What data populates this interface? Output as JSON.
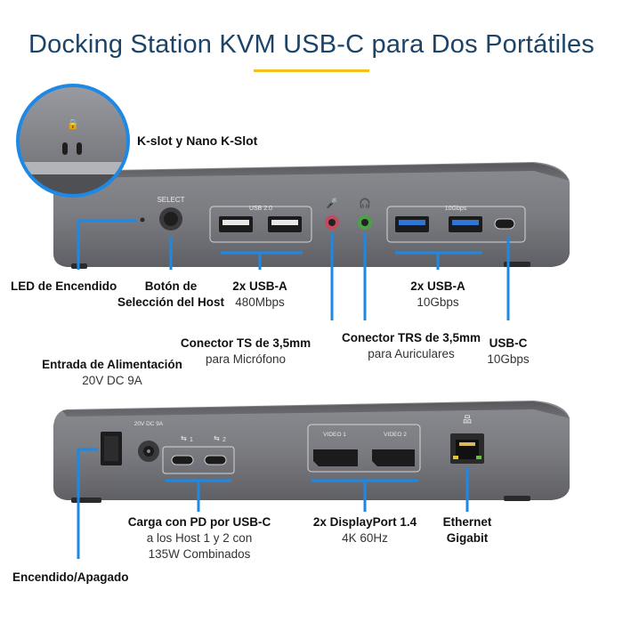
{
  "title": "Docking Station KVM USB-C para Dos Portátiles",
  "top_panel": {
    "select_label": "SELECT",
    "usb2_label": "USB 2.0",
    "tenGbps_label": "10Gbps",
    "callouts": {
      "kslot": "K-slot y Nano K-Slot",
      "led": "LED de Encendido",
      "select_button": [
        "Botón de",
        "Selección del Host"
      ],
      "usb_a_2": [
        "2x USB-A",
        "480Mbps"
      ],
      "mic": [
        "Conector TS de 3,5mm",
        "para Micrófono"
      ],
      "headphones": [
        "Conector TRS de 3,5mm",
        "para Auriculares"
      ],
      "usb_a_10": [
        "2x USB-A",
        "10Gbps"
      ],
      "usb_c": [
        "USB-C",
        "10Gbps"
      ]
    }
  },
  "bottom_panel": {
    "power_small_label": "20V DC 9A",
    "port1_label": "1",
    "port2_label": "2",
    "video1_label": "VIDEO 1",
    "video2_label": "VIDEO 2",
    "callouts": {
      "power_input": [
        "Entrada de Alimentación",
        "20V DC 9A"
      ],
      "usbc_pd": [
        "Carga con PD por USB-C",
        "a los Host 1 y 2 con",
        "135W Combinados"
      ],
      "displayport": [
        "2x DisplayPort 1.4",
        "4K 60Hz"
      ],
      "ethernet": [
        "Ethernet",
        "Gigabit"
      ],
      "power_switch": "Encendido/Apagado"
    }
  },
  "colors": {
    "accent": "#1e88e5",
    "title": "#1c4468",
    "underline": "#f1c21b",
    "device": "#7a7b80"
  }
}
